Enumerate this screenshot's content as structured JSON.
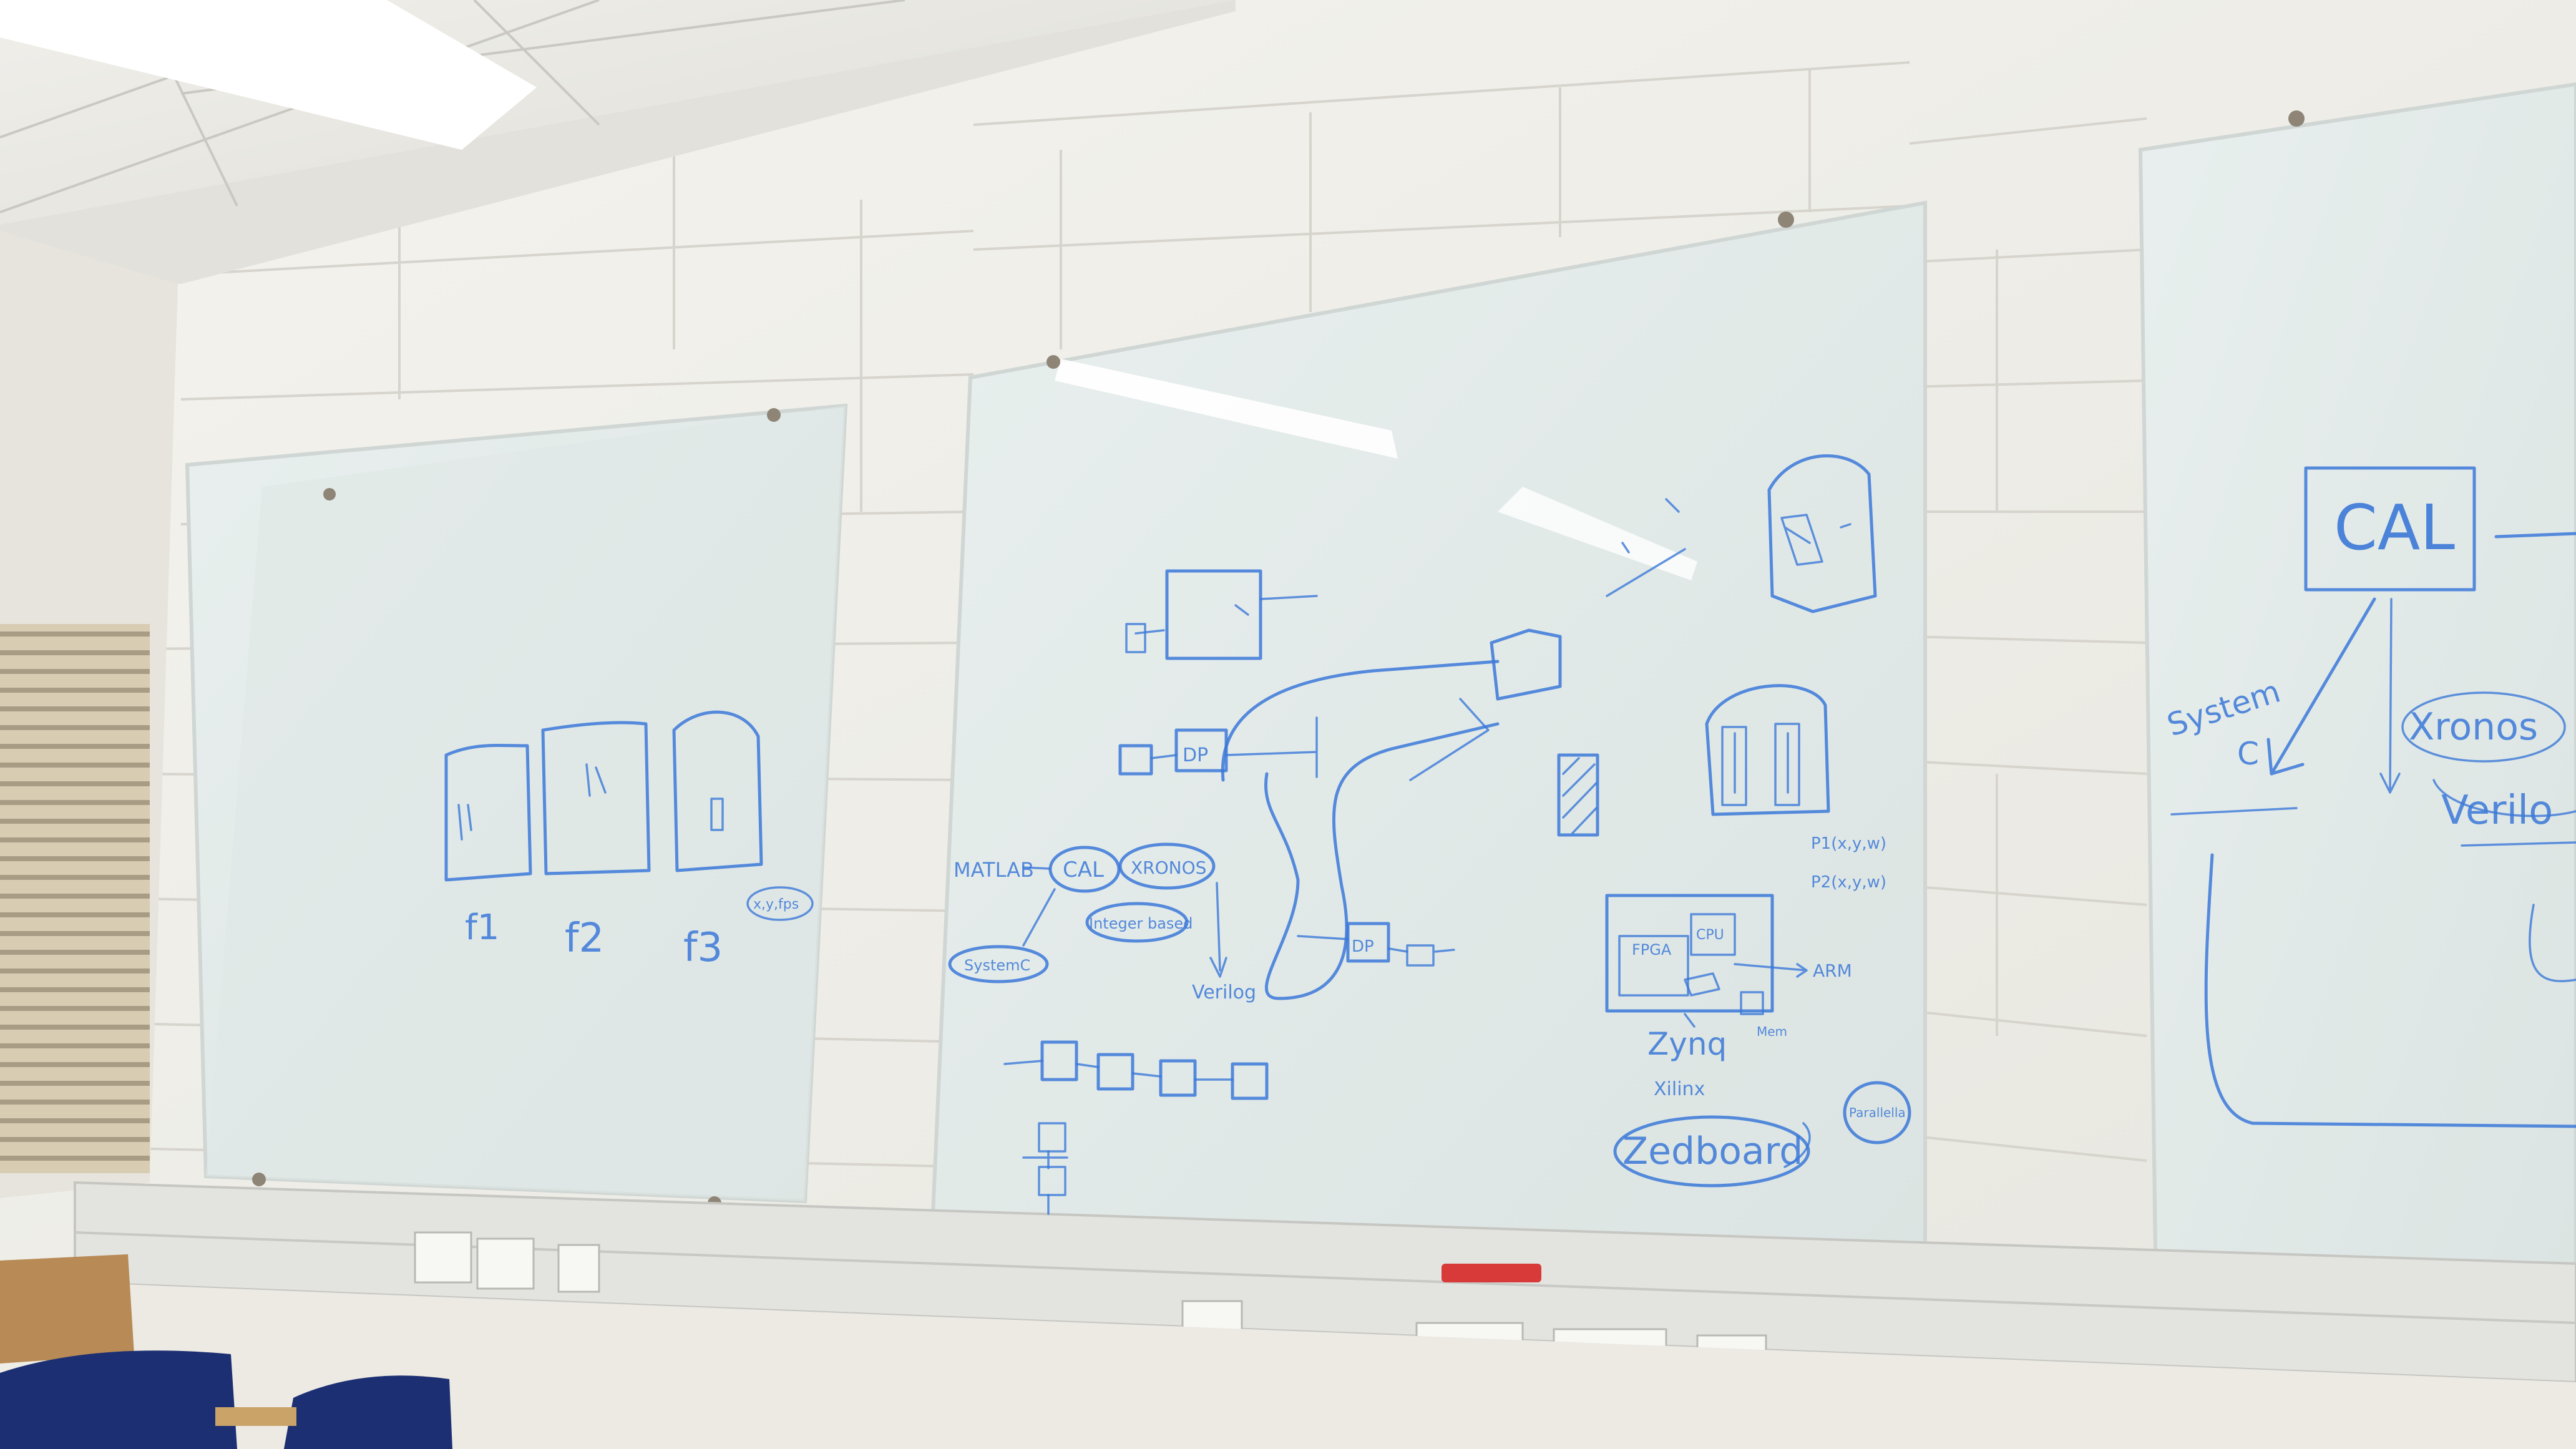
{
  "colors": {
    "marker_blue": "#3b78d8",
    "wall": "#f3f1ec",
    "glass": "#e3ebe9",
    "ceiling": "#ecebe6",
    "trunking": "#e2e2df",
    "chair": "#1d2f73",
    "eraser": "#d83a3a"
  },
  "left_board": {
    "labels": [
      "f1",
      "f2",
      "f3"
    ],
    "note": "x,y,fps"
  },
  "middle_board": {
    "block_dp_1": "DP",
    "block_dp_2": "DP",
    "flow": {
      "source": "MATLAB",
      "node_cal": "CAL",
      "node_xronos": "XRONOS",
      "node_integer": "Integer based",
      "node_systemc": "SystemC",
      "node_verilog": "Verilog"
    },
    "hw": {
      "fpga": "FPGA",
      "cpu": "CPU",
      "arm": "ARM",
      "mem": "Mem",
      "zynq": "Zynq",
      "xilinx": "Xilinx",
      "zedboard": "Zedboard",
      "parallella": "Parallella"
    },
    "points": [
      "P1(x,y,w)",
      "P2(x,y,w)"
    ]
  },
  "right_board": {
    "cal": "CAL",
    "systemc": [
      "System",
      "C"
    ],
    "xronos": "Xronos",
    "verilog": "Verilo"
  }
}
